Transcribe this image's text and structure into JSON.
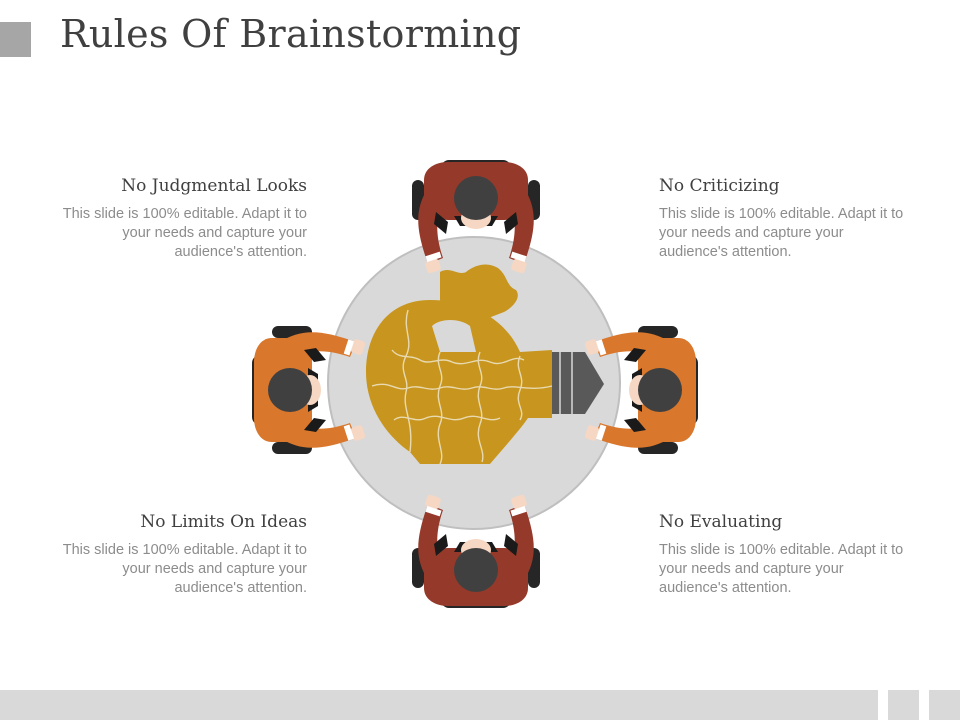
{
  "slide": {
    "title": "Rules Of Brainstorming"
  },
  "rules": {
    "top_left": {
      "heading": "No Judgmental Looks",
      "body": "This slide is 100% editable. Adapt it to your needs and capture your audience's attention."
    },
    "top_right": {
      "heading": "No Criticizing",
      "body": "This slide is 100% editable. Adapt it to your needs and capture your audience's attention."
    },
    "bottom_left": {
      "heading": "No Limits  On Ideas",
      "body": "This slide is 100% editable. Adapt it to your needs and capture your audience's attention."
    },
    "bottom_right": {
      "heading": "No Evaluating",
      "body": "This slide is 100% editable. Adapt it to your needs and capture your audience's attention."
    }
  },
  "colors": {
    "table": "#d9d9d9",
    "puzzle": "#c8961e",
    "bulb_base": "#595959",
    "person_top_bottom": "#953a2b",
    "person_left_right": "#d9772c",
    "hair": "#404040",
    "chair": "#262626"
  },
  "icons": {
    "center": "lightbulb-puzzle-icon",
    "people": "person-top-view-icon"
  }
}
